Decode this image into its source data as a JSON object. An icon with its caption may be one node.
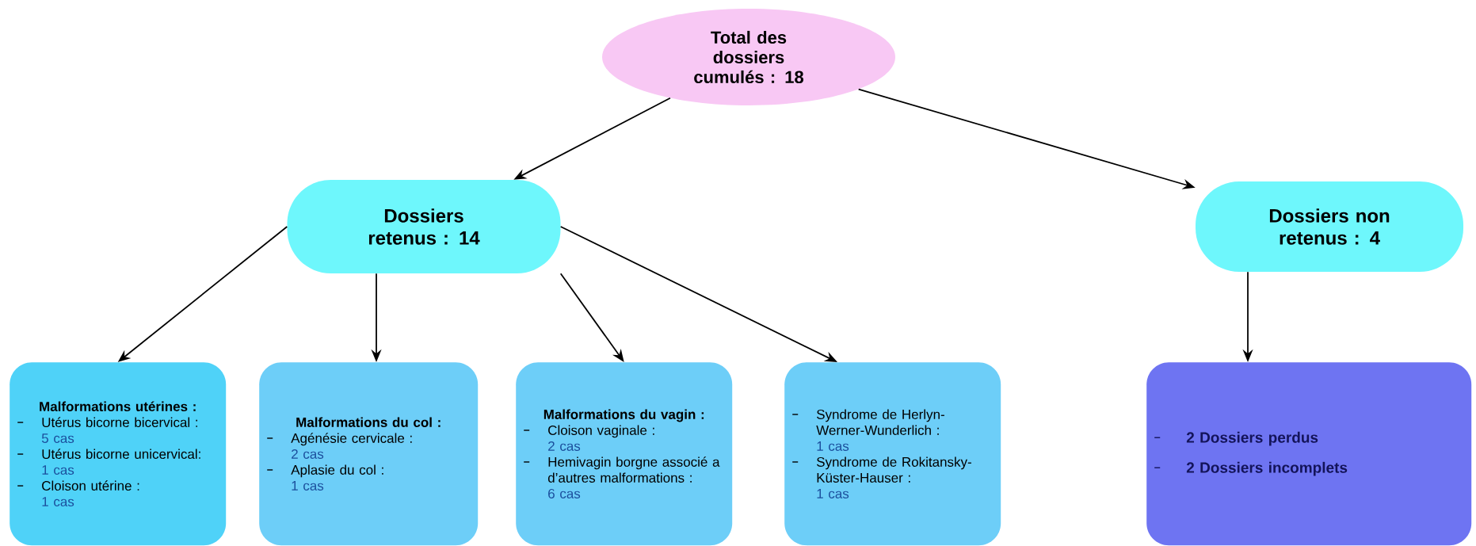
{
  "diagram": {
    "nodes": [
      {
        "text": [
          "Total des dossiers cumulés : 18"
        ]
      },
      {
        "text": [
          "Dossiers retenus : 14"
        ]
      },
      {
        "text": [
          "Dossiers non retenus : 4"
        ]
      },
      {
        "text": [
          "Malformations utérines :",
          "Utérus bicorne bicervical :",
          "5 cas",
          "Utérus bicorne unicervical:",
          "1 cas",
          "Cloison utérine :",
          "1 cas"
        ]
      },
      {
        "text": [
          "Malformations du col :",
          "Agénésie cervicale :",
          "2 cas",
          "Aplasie du col :",
          "1 cas"
        ]
      },
      {
        "text": [
          "Malformations du vagin :",
          "Cloison vaginale :",
          "2 cas",
          "Hemivagin borgne associé a d’autres malformations :",
          "6 cas"
        ]
      },
      {
        "text": [
          "Syndrome de Herlyn-Werner-Wunderlich :",
          "1 cas",
          "Syndrome de Rokitansky-Küster-Hauser :",
          "1 cas"
        ]
      },
      {
        "text": [
          "2 Dossiers perdus",
          "2 Dossiers incomplets"
        ]
      }
    ],
    "edges": [
      {
        "from": 0,
        "to": 1,
        "arrow": "to"
      },
      {
        "from": 0,
        "to": 2,
        "arrow": "to"
      },
      {
        "from": 1,
        "to": 3,
        "arrow": "to"
      },
      {
        "from": 1,
        "to": 4,
        "arrow": "to"
      },
      {
        "from": 1,
        "to": 5,
        "arrow": "to"
      },
      {
        "from": 1,
        "to": 6,
        "arrow": "to"
      },
      {
        "from": 2,
        "to": 7,
        "arrow": "to"
      }
    ]
  }
}
